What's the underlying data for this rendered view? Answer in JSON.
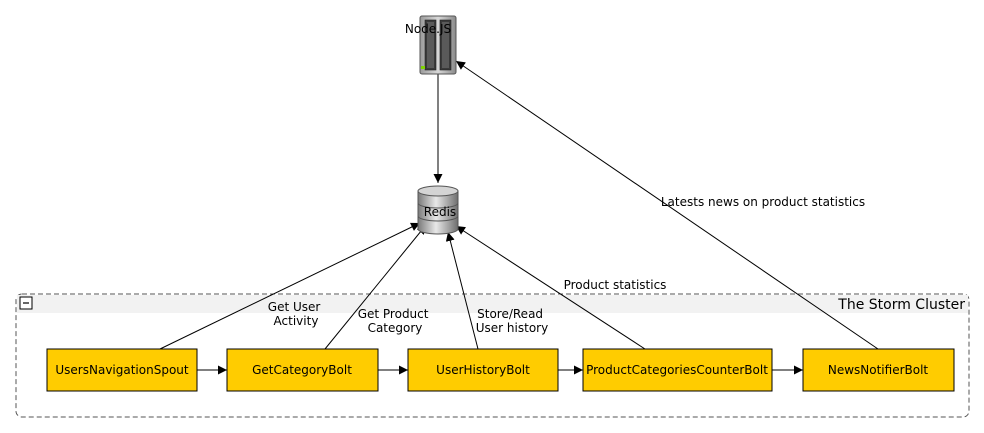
{
  "nodejs": {
    "label": "Node.JS"
  },
  "redis": {
    "label": "Redis"
  },
  "cluster": {
    "title": "The Storm Cluster",
    "collapse_symbol": "−"
  },
  "components": [
    {
      "id": "users-navigation-spout",
      "label": "UsersNavigationSpout"
    },
    {
      "id": "get-category-bolt",
      "label": "GetCategoryBolt"
    },
    {
      "id": "user-history-bolt",
      "label": "UserHistoryBolt"
    },
    {
      "id": "product-categories-counter-bolt",
      "label": "ProductCategoriesCounterBolt"
    },
    {
      "id": "news-notifier-bolt",
      "label": "NewsNotifierBolt"
    }
  ],
  "edge_labels": {
    "get_user_activity": [
      "Get User",
      "Activity"
    ],
    "get_product_category": [
      "Get Product",
      "Category"
    ],
    "store_read_user_history": [
      "Store/Read",
      "User history"
    ],
    "product_statistics": "Product statistics",
    "latest_news": "Latests news on product statistics"
  },
  "colors": {
    "bolt_fill": "#ffcc00",
    "cluster_fill": "#f2f2f2",
    "cluster_border": "#555555"
  }
}
